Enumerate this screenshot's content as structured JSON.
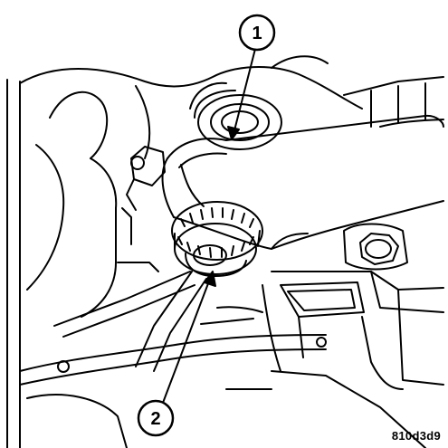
{
  "figure": {
    "callouts": [
      {
        "number": "1"
      },
      {
        "number": "2"
      }
    ],
    "figure_code": "810d3d9"
  }
}
